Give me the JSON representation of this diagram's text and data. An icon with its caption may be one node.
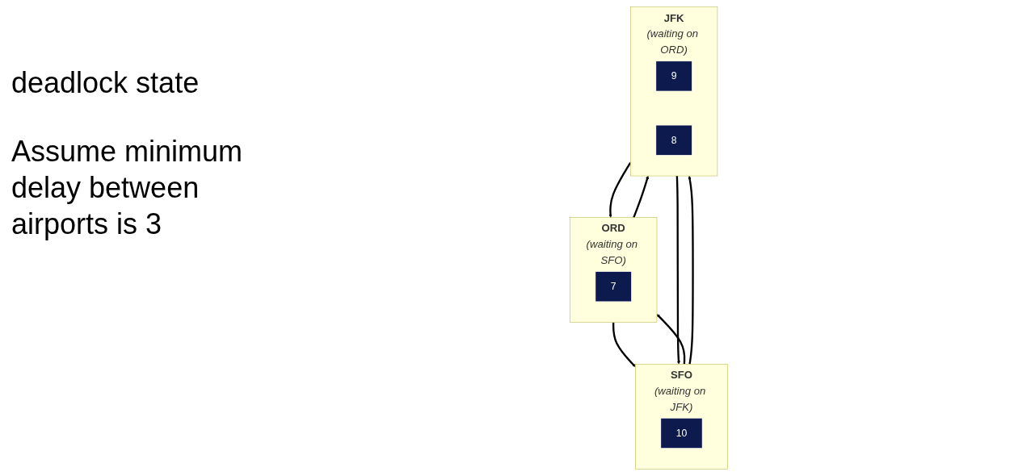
{
  "diagram": {
    "nodes": [
      {
        "text": [
          "ORD",
          "(waiting on SFO)"
        ]
      },
      {
        "text": [
          "7"
        ],
        "in": 0
      },
      {
        "text": [
          "SFO",
          "(waiting on JFK)"
        ]
      },
      {
        "text": [
          "10"
        ],
        "in": 2
      },
      {
        "text": [
          "JFK",
          "(waiting on ORD)"
        ]
      },
      {
        "text": [
          "9"
        ],
        "in": 4
      },
      {
        "text": [
          "8"
        ],
        "in": 4
      }
    ],
    "edges": [
      {
        "from": 0,
        "to": 2,
        "arrow": "to"
      },
      {
        "from": 2,
        "to": 0,
        "arrow": "to"
      },
      {
        "from": 0,
        "to": 4,
        "arrow": "to"
      },
      {
        "from": 4,
        "to": 0,
        "arrow": "to"
      },
      {
        "from": 2,
        "to": 4,
        "arrow": "to"
      },
      {
        "from": 4,
        "to": 2,
        "arrow": "to"
      }
    ],
    "labels": [
      "deadlock state",
      "Assume minimum delay between airports is 3"
    ]
  }
}
